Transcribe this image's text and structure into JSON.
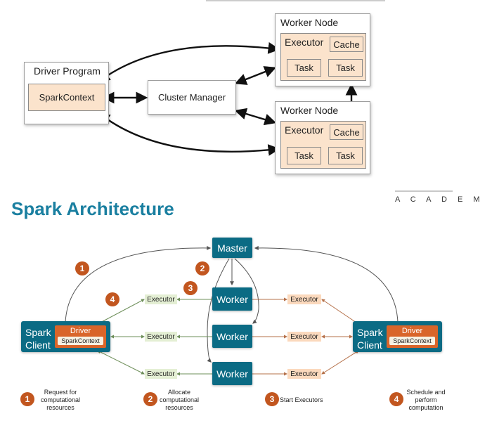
{
  "top_diagram": {
    "driver_program": "Driver Program",
    "spark_context": "SparkContext",
    "cluster_manager": "Cluster Manager",
    "worker_nodes": [
      {
        "title": "Worker Node",
        "executor": "Executor",
        "cache": "Cache",
        "tasks": [
          "Task",
          "Task"
        ]
      },
      {
        "title": "Worker Node",
        "executor": "Executor",
        "cache": "Cache",
        "tasks": [
          "Task",
          "Task"
        ]
      }
    ]
  },
  "heading": "Spark Architecture",
  "brand_text": "A C A D E M",
  "bottom_diagram": {
    "master": "Master",
    "workers": [
      "Worker",
      "Worker",
      "Worker"
    ],
    "executor_label": "Executor",
    "clients": [
      {
        "label": "Spark Client",
        "driver": "Driver",
        "context": "SparkContext"
      },
      {
        "label": "Spark Client",
        "driver": "Driver",
        "context": "SparkContext"
      }
    ],
    "badges": [
      "1",
      "2",
      "3",
      "4"
    ],
    "legend": [
      {
        "num": "1",
        "text": "Request for computational resources"
      },
      {
        "num": "2",
        "text": "Allocate computational resources"
      },
      {
        "num": "3",
        "text": "Start Executors"
      },
      {
        "num": "4",
        "text": "Schedule and perform computation"
      }
    ]
  },
  "colors": {
    "teal": "#0b6b84",
    "orange": "#d9652a",
    "badge": "#c2561f",
    "title": "#1a7fa0",
    "peach": "#fbe3cc"
  }
}
